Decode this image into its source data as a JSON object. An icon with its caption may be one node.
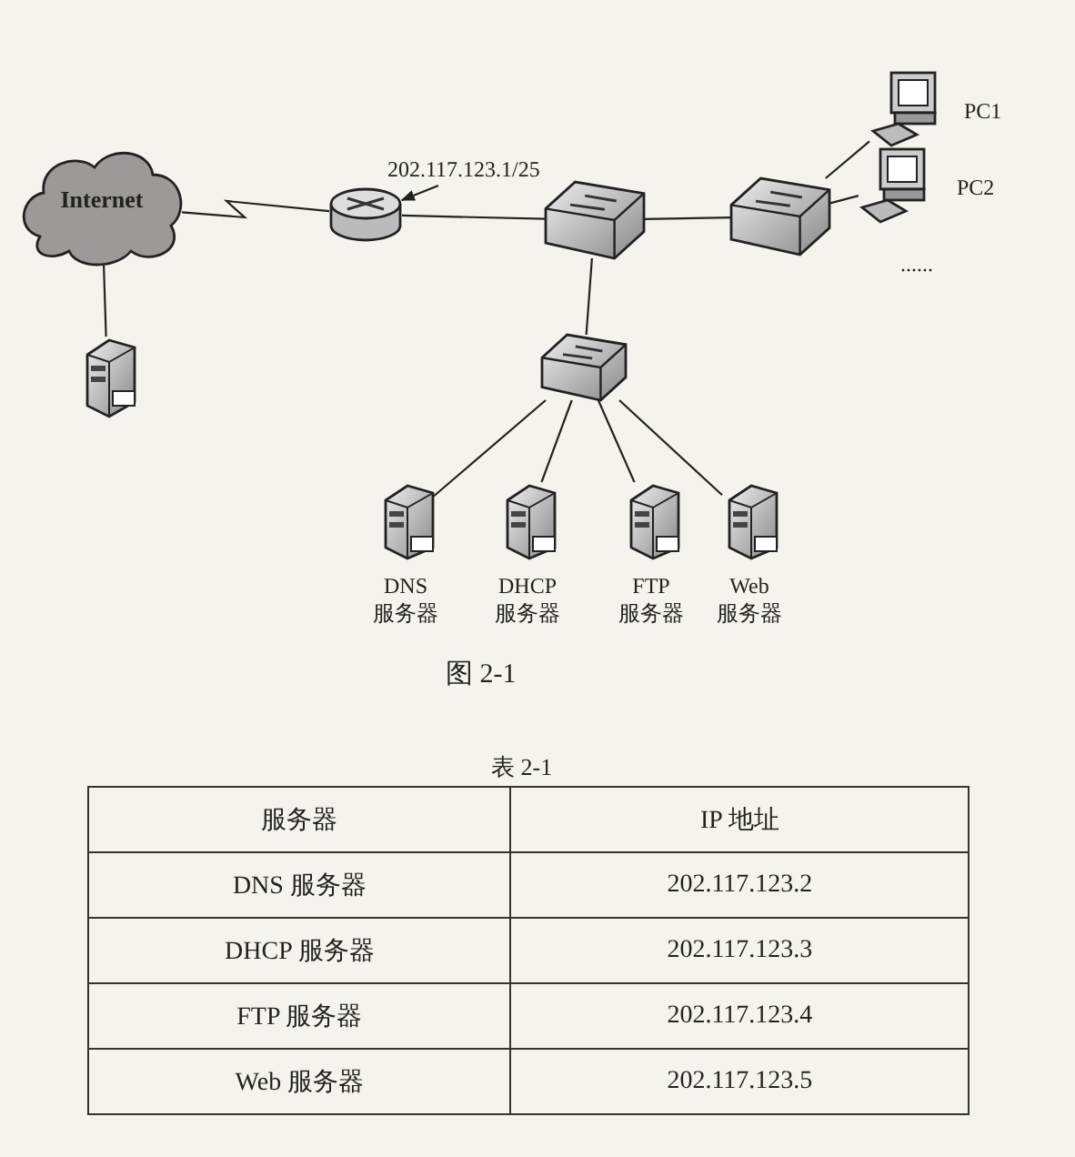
{
  "diagram": {
    "nodes": [
      {
        "text": [
          "Internet"
        ]
      },
      {
        "text": [],
        "shape": "server"
      },
      {
        "text": [],
        "shape": "router"
      },
      {
        "text": [
          "202.117.123.1/25"
        ]
      },
      {
        "text": [],
        "shape": "switch"
      },
      {
        "text": [],
        "shape": "switch"
      },
      {
        "text": [
          "PC1"
        ]
      },
      {
        "text": [
          "PC2"
        ]
      },
      {
        "text": [],
        "shape": "switch"
      },
      {
        "text": [
          "DNS 服务器"
        ]
      },
      {
        "text": [
          "DHCP 服务器"
        ]
      },
      {
        "text": [
          "FTP 服务器"
        ]
      },
      {
        "text": [
          "Web 服务器"
        ]
      }
    ],
    "edges": [
      {
        "from": 0,
        "to": 1,
        "arrow": "none"
      },
      {
        "from": 0,
        "to": 2,
        "arrow": "none"
      },
      {
        "from": 3,
        "to": 2,
        "arrow": "to"
      },
      {
        "from": 2,
        "to": 4,
        "arrow": "none"
      },
      {
        "from": 4,
        "to": 5,
        "arrow": "none"
      },
      {
        "from": 5,
        "to": 6,
        "arrow": "none"
      },
      {
        "from": 5,
        "to": 7,
        "arrow": "none"
      },
      {
        "from": 4,
        "to": 8,
        "arrow": "none"
      },
      {
        "from": 8,
        "to": 9,
        "arrow": "none"
      },
      {
        "from": 8,
        "to": 10,
        "arrow": "none"
      },
      {
        "from": 8,
        "to": 11,
        "arrow": "none"
      },
      {
        "from": 8,
        "to": 12,
        "arrow": "none"
      }
    ],
    "labels": [
      "......",
      "图 2-1",
      "表 2-1",
      "服务器",
      "IP 地址",
      "DNS 服务器",
      "202.117.123.2",
      "DHCP 服务器",
      "202.117.123.3",
      "FTP 服务器",
      "202.117.123.4",
      "Web 服务器",
      "202.117.123.5"
    ]
  }
}
